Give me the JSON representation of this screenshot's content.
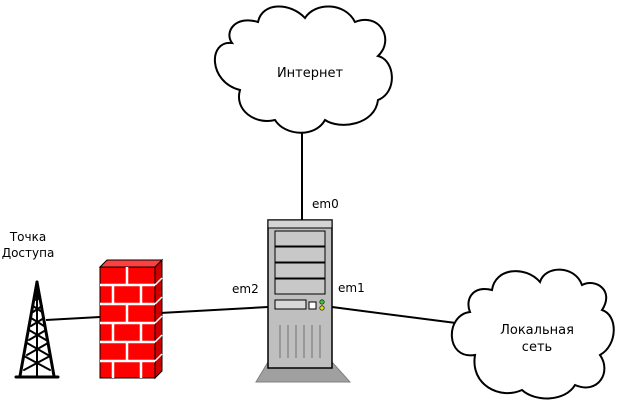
{
  "nodes": {
    "internet": {
      "label": "Интернет"
    },
    "local_network": {
      "label_line1": "Локальная",
      "label_line2": "сеть"
    },
    "access_point": {
      "label_line1": "Точка",
      "label_line2": "Доступа"
    }
  },
  "interfaces": {
    "em0": "em0",
    "em1": "em1",
    "em2": "em2"
  },
  "colors": {
    "firewall_brick": "#ff0000",
    "firewall_mortar": "#ffffff",
    "server_body": "#bfbfbf",
    "server_base": "#a0a0a0",
    "led_green": "#33cc33",
    "led_yellow": "#dddd00",
    "cloud_fill": "#ffffff",
    "line": "#000000"
  },
  "icons": [
    "cloud-icon",
    "server-icon",
    "firewall-icon",
    "antenna-tower-icon"
  ]
}
